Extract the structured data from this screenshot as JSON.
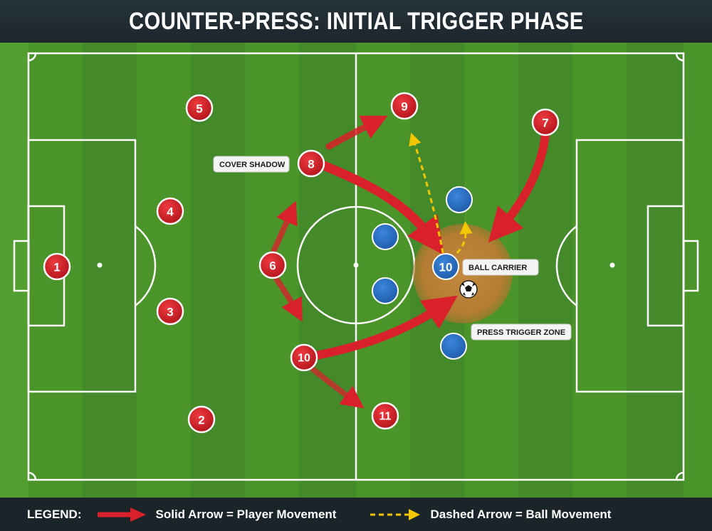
{
  "title": "COUNTER-PRESS: INITIAL TRIGGER PHASE",
  "colors": {
    "grass_light": "#4f9a2d",
    "grass_dark": "#458d27",
    "team_red": "#d11f26",
    "team_blue": "#2a6fc4",
    "arrow_red": "#d8212a",
    "arrow_yellow": "#f2c600",
    "press_zone": "#c8843a"
  },
  "red_players": [
    {
      "number": "1"
    },
    {
      "number": "2"
    },
    {
      "number": "3"
    },
    {
      "number": "4"
    },
    {
      "number": "5"
    },
    {
      "number": "6"
    },
    {
      "number": "7"
    },
    {
      "number": "8"
    },
    {
      "number": "9"
    },
    {
      "number": "10"
    },
    {
      "number": "11"
    }
  ],
  "blue_players": [
    {
      "number": ""
    },
    {
      "number": ""
    },
    {
      "number": ""
    },
    {
      "number": ""
    },
    {
      "number": "10"
    },
    {
      "number": ""
    }
  ],
  "labels": {
    "cover_shadow": "COVER SHADOW",
    "ball_carrier": "BALL CARRIER",
    "press_trigger_zone": "PRESS TRIGGER ZONE"
  },
  "legend": {
    "title": "LEGEND:",
    "solid": "Solid Arrow = Player Movement",
    "dashed": "Dashed Arrow = Ball Movement"
  },
  "icons": [
    "soccer-ball-icon",
    "solid-arrow-icon",
    "dashed-arrow-icon"
  ]
}
